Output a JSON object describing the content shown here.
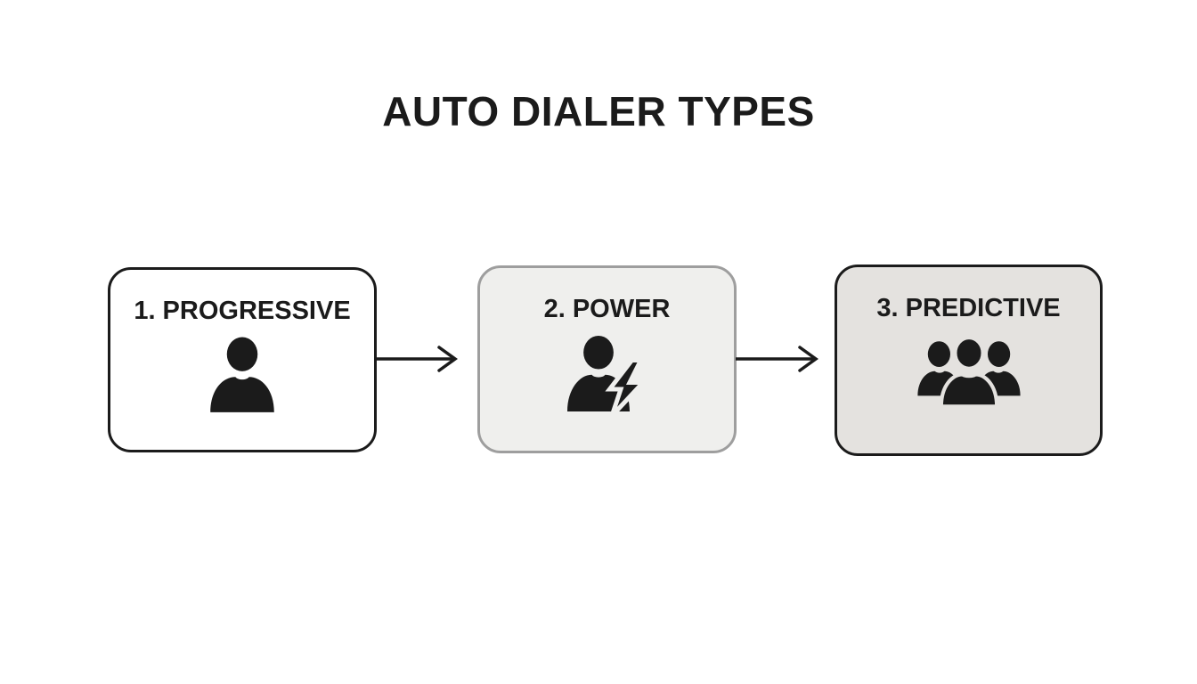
{
  "title": "AUTO DIALER TYPES",
  "diagram": {
    "type": "flow",
    "direction": "left-to-right",
    "boxes": [
      {
        "label": "1. PROGRESSIVE",
        "icon": "single-person-icon",
        "fill": "#ffffff",
        "border": "#1b1b1b"
      },
      {
        "label": "2. POWER",
        "icon": "person-lightning-icon",
        "fill": "#efefed",
        "border": "#9e9e9e"
      },
      {
        "label": "3. PREDICTIVE",
        "icon": "people-group-icon",
        "fill": "#e4e2df",
        "border": "#1b1b1b"
      }
    ],
    "connectors": [
      {
        "from": "1. PROGRESSIVE",
        "to": "2. POWER",
        "style": "arrow-right"
      },
      {
        "from": "2. POWER",
        "to": "3. PREDICTIVE",
        "style": "arrow-right"
      }
    ]
  },
  "colors": {
    "background": "#ffffff",
    "ink": "#1b1b1b",
    "box2_fill": "#efefed",
    "box2_border": "#9e9e9e",
    "box3_fill": "#e4e2df"
  }
}
